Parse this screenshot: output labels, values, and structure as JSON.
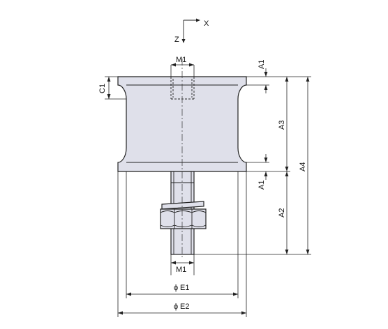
{
  "axes": {
    "x_label": "X",
    "z_label": "Z"
  },
  "dimensions": {
    "m1_top": "M1",
    "m1_bottom": "M1",
    "c1": "C1",
    "a1_top": "A1",
    "a1_bottom": "A1",
    "a2": "A2",
    "a3": "A3",
    "a4": "A4",
    "e1": "E1",
    "e2": "E2",
    "phi_symbol": "ϕ"
  },
  "colors": {
    "part_fill": "#dfe0ea",
    "line": "#222222"
  }
}
